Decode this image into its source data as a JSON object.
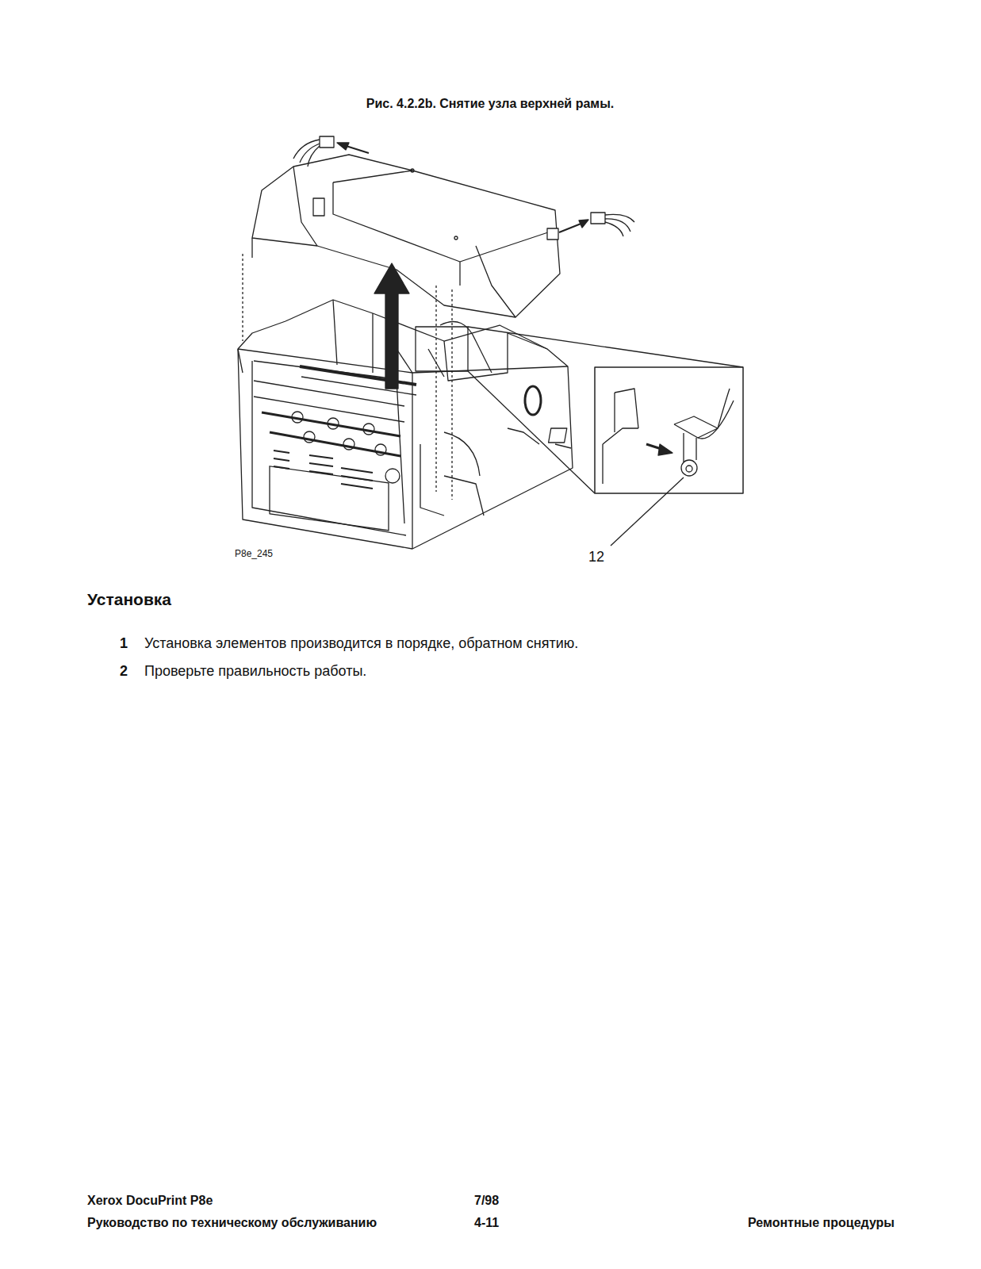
{
  "diagram": {
    "title": "Рис. 4.2.2b. Снятие узла верхней рамы.",
    "labels": [
      "P8e_245",
      "12",
      "Установка",
      "1",
      "Установка элементов производится в порядке, обратном снятию.",
      "2",
      "Проверьте правильность работы.",
      "Xerox DocuPrint P8e",
      "7/98",
      "Руководство по техническому обслуживанию",
      "4-11",
      "Ремонтные процедуры"
    ]
  }
}
